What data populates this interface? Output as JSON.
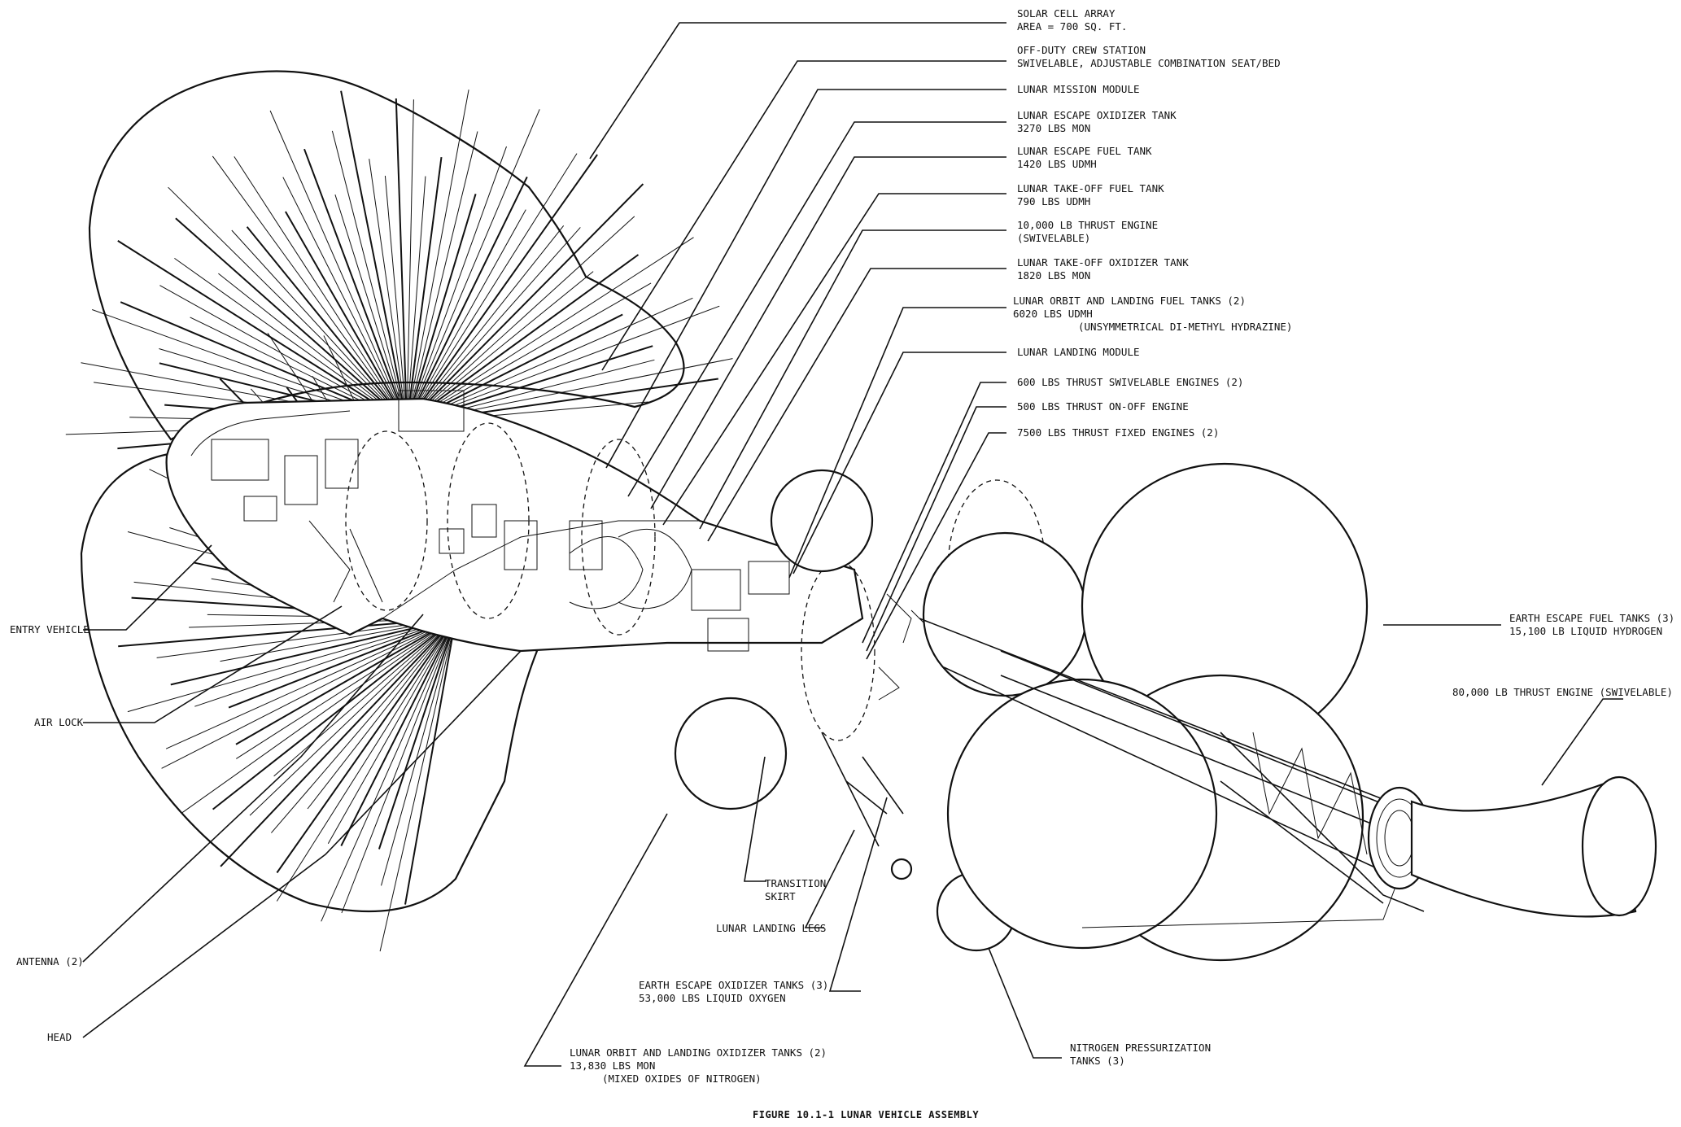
{
  "labels": {
    "solar_cell_array": [
      "SOLAR CELL ARRAY",
      "AREA = 700 SQ. FT."
    ],
    "off_duty_crew_station": [
      "OFF-DUTY CREW STATION",
      "SWIVELABLE, ADJUSTABLE COMBINATION SEAT/BED"
    ],
    "lunar_mission_module": [
      "LUNAR MISSION MODULE"
    ],
    "lunar_escape_oxidizer_tank": [
      "LUNAR ESCAPE OXIDIZER TANK",
      "3270 LBS MON"
    ],
    "lunar_escape_fuel_tank": [
      "LUNAR ESCAPE FUEL TANK",
      "1420 LBS UDMH"
    ],
    "lunar_takeoff_fuel_tank": [
      "LUNAR TAKE-OFF FUEL TANK",
      "790 LBS UDMH"
    ],
    "thrust_engine_10000": [
      "10,000 LB  THRUST ENGINE",
      "(SWIVELABLE)"
    ],
    "lunar_takeoff_oxidizer_tank": [
      "LUNAR TAKE-OFF OXIDIZER TANK",
      "1820 LBS MON"
    ],
    "lunar_orbit_landing_fuel_tanks": [
      "LUNAR ORBIT AND LANDING FUEL TANKS (2)",
      "6020 LBS UDMH",
      "(UNSYMMETRICAL DI-METHYL HYDRAZINE)"
    ],
    "lunar_landing_module": [
      "LUNAR LANDING MODULE"
    ],
    "swivelable_engines_600": [
      "600 LBS THRUST SWIVELABLE ENGINES (2)"
    ],
    "on_off_engine_500": [
      "500 LBS THRUST ON-OFF ENGINE"
    ],
    "fixed_engines_7500": [
      "7500 LBS THRUST FIXED ENGINES (2)"
    ],
    "earth_escape_fuel_tanks": [
      "EARTH ESCAPE FUEL TANKS (3)",
      "15,100 LB LIQUID HYDROGEN"
    ],
    "thrust_engine_80000": [
      "80,000 LB THRUST ENGINE (SWIVELABLE)"
    ],
    "entry_vehicle": [
      "ENTRY VEHICLE"
    ],
    "air_lock": [
      "AIR LOCK"
    ],
    "antenna": [
      "ANTENNA (2)"
    ],
    "head": [
      "HEAD"
    ],
    "transition_skirt": [
      "TRANSITION",
      "SKIRT"
    ],
    "lunar_landing_legs": [
      "LUNAR LANDING LEGS"
    ],
    "earth_escape_oxidizer_tanks": [
      "EARTH ESCAPE OXIDIZER TANKS (3)",
      "53,000 LBS LIQUID OXYGEN"
    ],
    "lunar_orbit_landing_oxidizer_tanks": [
      "LUNAR ORBIT AND LANDING OXIDIZER TANKS (2)",
      "13,830 LBS MON",
      "(MIXED OXIDES OF NITROGEN)"
    ],
    "nitrogen_pressurization_tanks": [
      "NITROGEN PRESSURIZATION",
      "TANKS (3)"
    ]
  },
  "caption": "FIGURE 10.1-1  LUNAR VEHICLE ASSEMBLY"
}
